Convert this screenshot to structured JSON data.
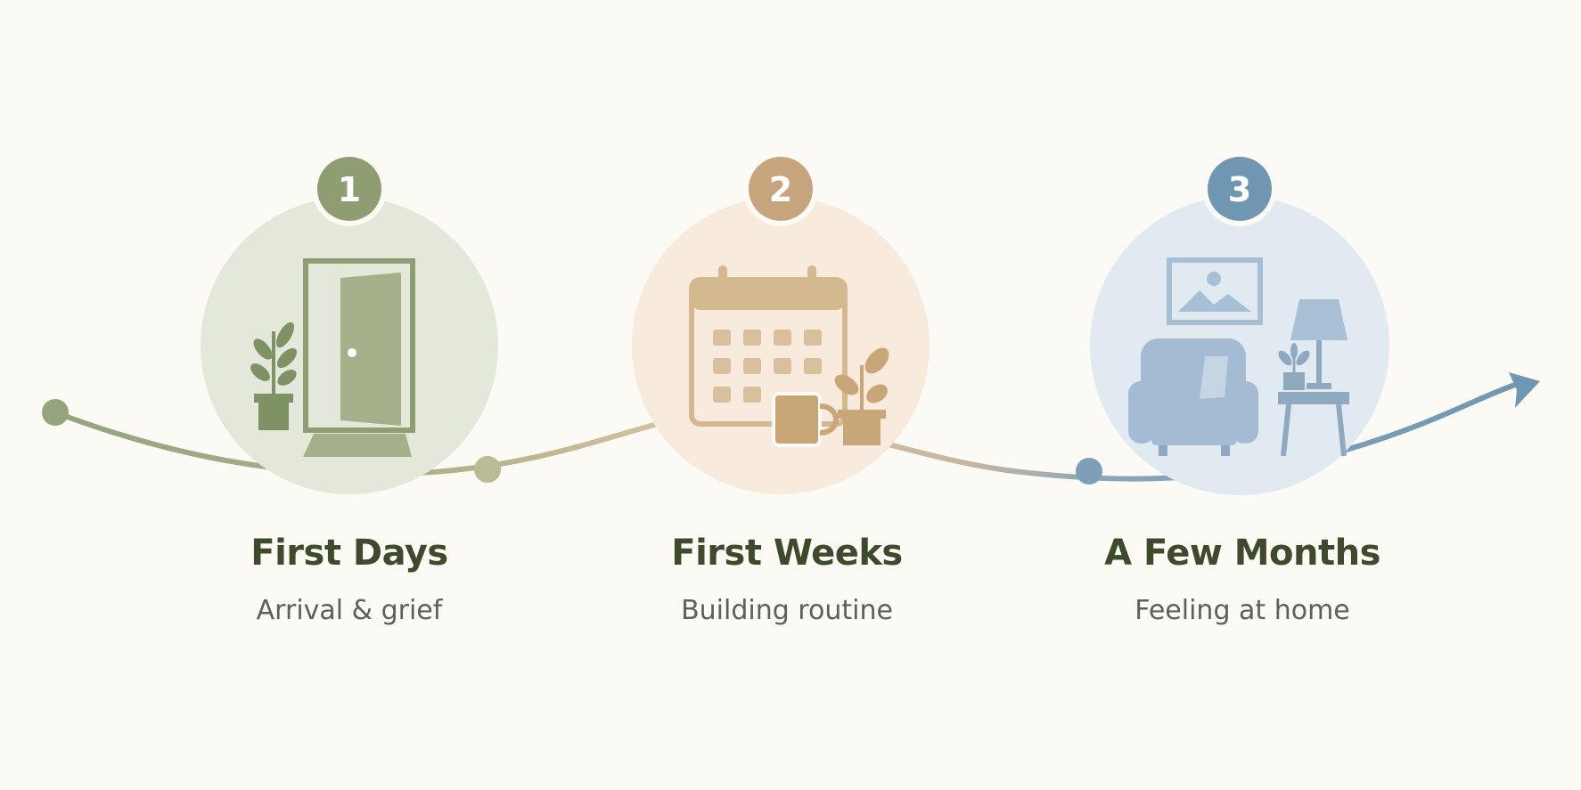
{
  "stages": [
    {
      "number": "1",
      "title": "First Days",
      "subtitle": "Arrival & grief",
      "icon": "open-door-icon",
      "color": "#8e9e72",
      "circle_color": "#e4e8da"
    },
    {
      "number": "2",
      "title": "First Weeks",
      "subtitle": "Building routine",
      "icon": "calendar-mug-icon",
      "color": "#c6a57d",
      "circle_color": "#f8eadc"
    },
    {
      "number": "3",
      "title": "A Few Months",
      "subtitle": "Feeling at home",
      "icon": "living-room-icon",
      "color": "#7097b2",
      "circle_color": "#e1e9f1"
    }
  ]
}
